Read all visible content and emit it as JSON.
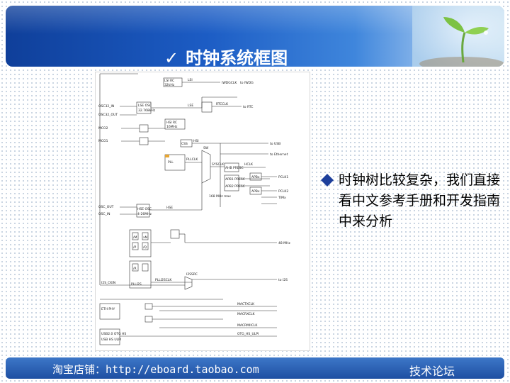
{
  "slide": {
    "title": "时钟系统框图",
    "check_glyph": "✓",
    "title_icon": "check-icon",
    "bullet_icon": "diamond-bullet-icon",
    "bullet_text": "时钟树比较复杂，我们直接看中文参考手册和开发指南中来分析"
  },
  "footer": {
    "left_text": "淘宝店铺：http://eboard.taobao.com",
    "right_text": "技术论坛"
  },
  "diagram": {
    "labels": {
      "osc32_in": "OSC32_IN",
      "osc32_out": "OSC32_OUT",
      "mco2": "MCO2",
      "mco1": "MCO1",
      "osc_out": "OSC_OUT",
      "osc_in": "OSC_IN",
      "i2s_ckin": "I2S_CKIN",
      "lse_osc": "LSE OSC",
      "lse_freq": "32.768kHz",
      "lsi_rc": "LSI RC",
      "lsi_freq": "32kHz",
      "hse_osc": "HSE OSC",
      "hse_freq": "4-26MHz",
      "lse": "LSE",
      "lsi": "LSI",
      "hse": "HSE",
      "hsi": "HSI",
      "hsi_rc": "HSI RC",
      "hsi_freq": "16MHz",
      "rtcclk": "RTCCLK",
      "to_rtc": "to RTC",
      "iwdgclk": "IWDGCLK",
      "to_iwdg": "to IWDG",
      "sw": "SW",
      "sysclk": "SYSCLK",
      "sysclk_max": "168 MHz max",
      "ahb_prescaler": "AHB PRESC",
      "hclk": "HCLK",
      "apb1_prescaler": "APB1 PRESC",
      "apb2_prescaler": "APB2 PRESC",
      "apb1": "APBx",
      "apb2": "APBx",
      "pclk1": "PCLK1",
      "pclk2": "PCLK2",
      "css": "CSS",
      "pll": "PLL",
      "plli2s": "PLLI2S",
      "pllclk": "PLLCLK",
      "plli2sclk": "PLLI2SCLK",
      "i2ssrc": "I2SSRC",
      "to_i2s": "to I2S",
      "ethernet_phy": "ETH PHY",
      "mac_tx": "MACTXCLK",
      "mac_rx": "MACRXCLK",
      "mac_rmii": "MACRMIICLK",
      "usb_otg_hs": "USB2.0 OTG HS",
      "usb_phy": "USB HS ULPI",
      "otg_hs_ulpi": "OTG_HS_ULPI",
      "to_eth": "to Ethernet",
      "to_usb": "to USB",
      "timers": "TIMx",
      "mhz48": "48 MHz",
      "div": "/M",
      "mul": "xN",
      "divp": "/P",
      "divq": "/Q",
      "divr": "/R"
    }
  }
}
